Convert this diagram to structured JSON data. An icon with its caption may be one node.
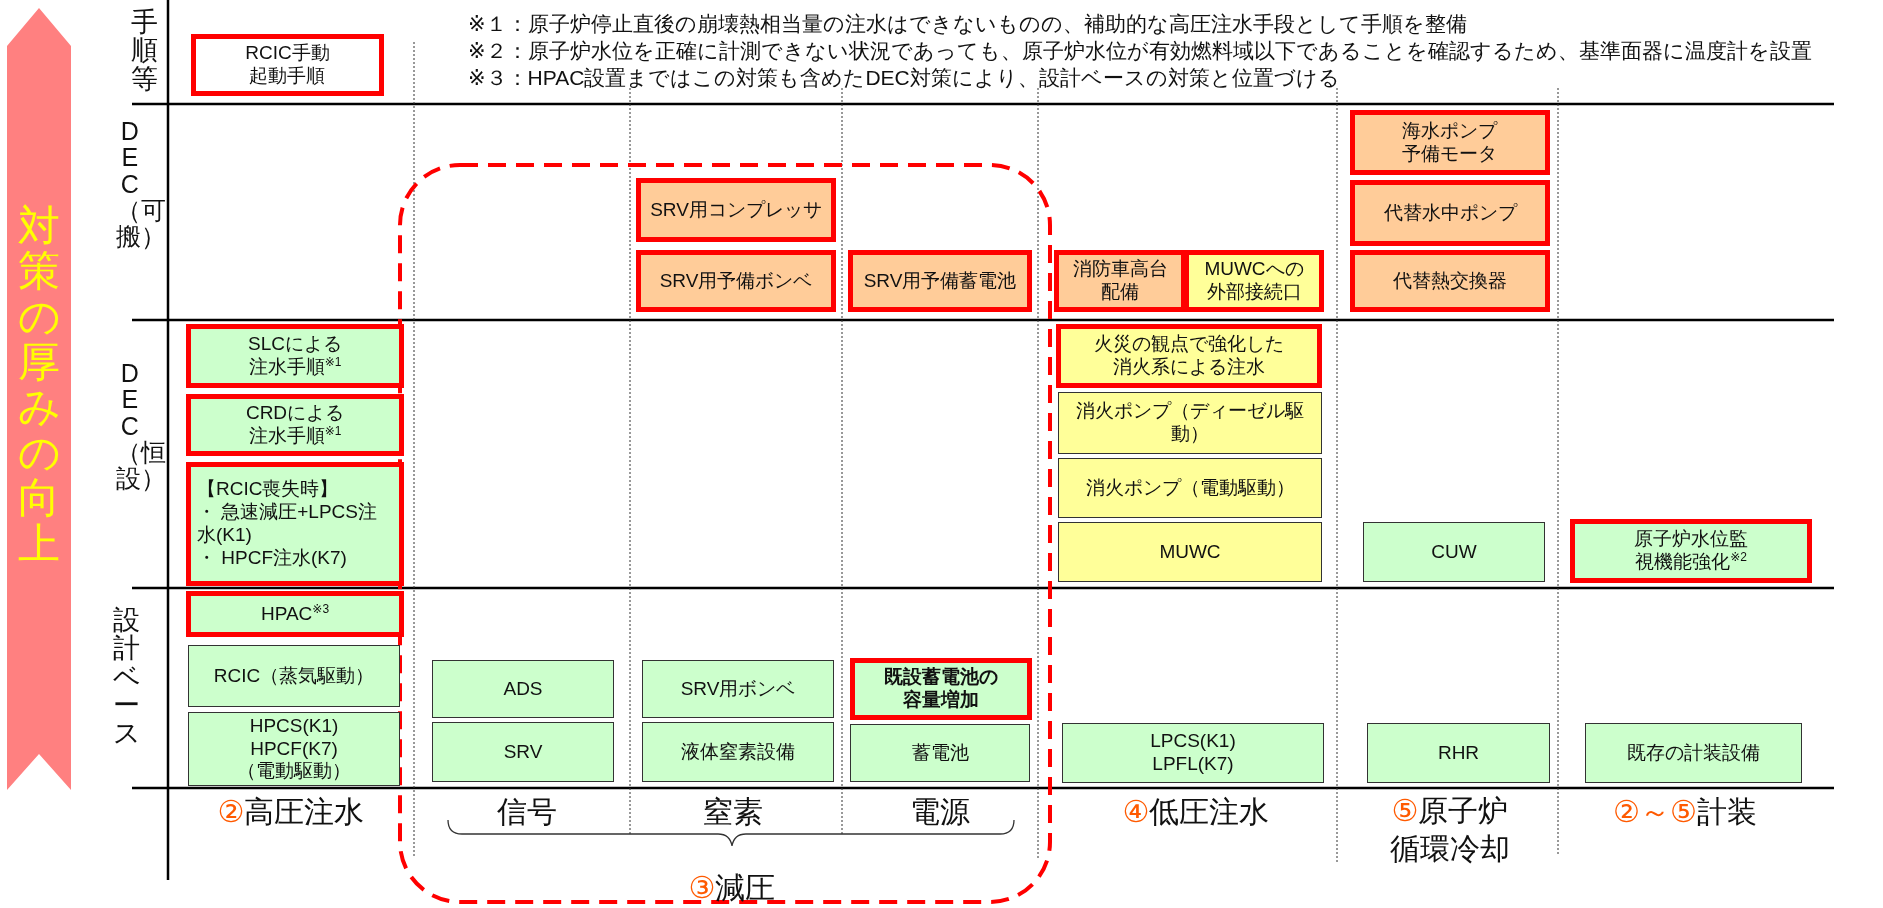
{
  "diagram": {
    "nodes": [
      {
        "text": [
          "対策の厚みの向上"
        ]
      },
      {
        "text": [
          "RCIC手動起動手順"
        ]
      },
      {
        "text": [
          "海水ポンプ予備モータ"
        ]
      },
      {
        "text": [
          "SRV用コンプレッサ"
        ]
      },
      {
        "text": [
          "代替水中ポンプ"
        ]
      },
      {
        "text": [
          "SRV用予備ボンベ"
        ]
      },
      {
        "text": [
          "SRV用予備蓄電池"
        ]
      },
      {
        "text": [
          "消防車高台配備"
        ]
      },
      {
        "text": [
          "MUWCへの外部接続口"
        ]
      },
      {
        "text": [
          "代替熱交換器"
        ]
      },
      {
        "text": [
          "SLCによる注水手順$^{※1}$"
        ]
      },
      {
        "text": [
          "火災の観点で強化した消火系による注水"
        ]
      },
      {
        "text": [
          "CRDによる注水手順$^{※1}$"
        ]
      },
      {
        "text": [
          "消火ポンプ（ディーゼル駆動）"
        ]
      },
      {
        "text": [
          "【RCIC喪失時】",
          "・ 急速減圧+LPCS注水(K1)",
          "・ HPCF注水(K7)"
        ]
      },
      {
        "text": [
          "消火ポンプ（電動駆動）"
        ]
      },
      {
        "text": [
          "MUWC"
        ]
      },
      {
        "text": [
          "CUW"
        ]
      },
      {
        "text": [
          "原子炉水位監視機能強化$^{※2}$"
        ]
      },
      {
        "text": [
          "HPAC$^{※3}$"
        ]
      },
      {
        "text": [
          "RCIC（蒸気駆動）"
        ]
      },
      {
        "text": [
          "HPCS(K1)",
          "HPCF(K7)",
          "（電動駆動）"
        ]
      },
      {
        "text": [
          "ADS"
        ]
      },
      {
        "text": [
          "SRV"
        ]
      },
      {
        "text": [
          "SRV用ボンベ"
        ]
      },
      {
        "text": [
          "液体窒素設備"
        ]
      },
      {
        "text": [
          "既設蓄電池の容量増加"
        ]
      },
      {
        "text": [
          "蓄電池"
        ]
      },
      {
        "text": [
          "LPCS(K1)",
          "LPFL(K7)"
        ]
      },
      {
        "text": [
          "RHR"
        ]
      },
      {
        "text": [
          "既存の計装設備"
        ]
      }
    ],
    "labels": [
      "※１：原子炉停止直後の崩壊熱相当量の注水はできないものの、補助的な高圧注水手段として手順を整備",
      "※２：原子炉水位を正確に計測できない状況であっても、原子炉水位が有効燃料域以下であることを確認するため、基準面器に温度計を設置",
      "※３：HPAC設置まではこの対策も含めたDEC対策により、設計ベースの対策と位置づける",
      "手順等",
      "DEC（可搬）",
      "DEC（恒設）",
      "設計ベース",
      "②高圧注水",
      "信号",
      "窒素",
      "電源",
      "④低圧注水",
      "⑤原子炉循環冷却",
      "②～⑤計装",
      "③減圧"
    ]
  }
}
